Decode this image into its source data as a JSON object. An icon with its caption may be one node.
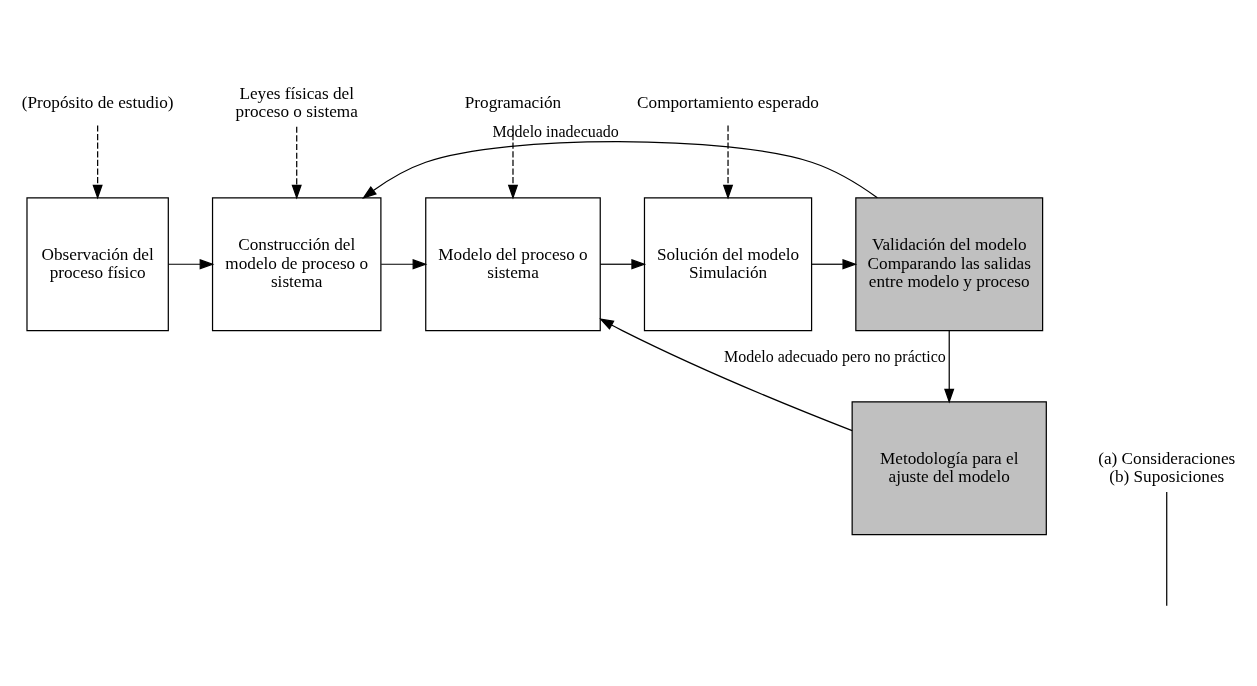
{
  "diagram": {
    "nodes": [
      {
        "text": [
          "(Propósito de estudio)"
        ]
      },
      {
        "text": [
          "Observación del proceso físico"
        ]
      },
      {
        "text": [
          "Leyes físicas del proceso o sistema"
        ]
      },
      {
        "text": [
          "Construcción del modelo de proceso o sistema"
        ]
      },
      {
        "text": [
          "Programación"
        ]
      },
      {
        "text": [
          "Modelo del proceso o sistema"
        ]
      },
      {
        "text": [
          "Comportamiento esperado"
        ]
      },
      {
        "text": [
          "Solución del modelo",
          "Simulación"
        ]
      },
      {
        "text": [
          "Validación del modelo Comparando las salidas entre modelo y proceso"
        ]
      },
      {
        "text": [
          "Metodología para el ajuste del modelo"
        ]
      },
      {
        "text": [
          "(a) Consideraciones",
          "(b) Suposiciones"
        ]
      }
    ],
    "edges": [
      {
        "from": 0,
        "to": 1,
        "arrow": "to",
        "style": "dashed"
      },
      {
        "from": 2,
        "to": 3,
        "arrow": "to",
        "style": "dashed"
      },
      {
        "from": 4,
        "to": 5,
        "arrow": "to",
        "style": "dashed"
      },
      {
        "from": 6,
        "to": 7,
        "arrow": "to",
        "style": "dashed"
      },
      {
        "from": 1,
        "to": 3,
        "arrow": "to"
      },
      {
        "from": 10,
        "to": null,
        "arrow": "none"
      },
      {
        "from": 3,
        "to": 5,
        "arrow": "to"
      },
      {
        "from": 5,
        "to": 7,
        "arrow": "to"
      },
      {
        "from": 7,
        "to": 8,
        "arrow": "to"
      },
      {
        "from": 8,
        "to": 9,
        "arrow": "to",
        "label": "Modelo adecuado pero no práctico"
      },
      {
        "from": 9,
        "to": 5,
        "arrow": "to"
      },
      {
        "from": 8,
        "to": 3,
        "arrow": "to",
        "label": "Modelo inadecuado"
      }
    ]
  }
}
